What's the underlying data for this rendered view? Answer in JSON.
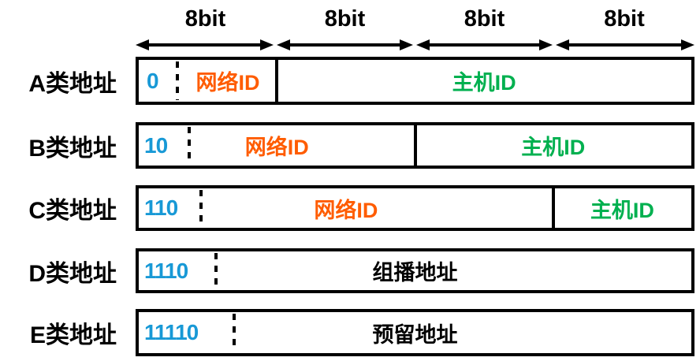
{
  "diagram_title": "IP address classes bit layout",
  "colors": {
    "bits_blue": "#1899D6",
    "network_orange": "#FF5C00",
    "host_green": "#00B04F",
    "line_black": "#000000",
    "background": "#FFFFFF"
  },
  "bit_headers": [
    "8bit",
    "8bit",
    "8bit",
    "8bit"
  ],
  "rows": [
    {
      "label": "A类地址",
      "bits": "0",
      "segments": [
        {
          "text": "网络ID",
          "color": "orange",
          "width_fraction": "1/4"
        },
        {
          "text": "主机ID",
          "color": "green",
          "width_fraction": "3/4"
        }
      ]
    },
    {
      "label": "B类地址",
      "bits": "10",
      "segments": [
        {
          "text": "网络ID",
          "color": "orange",
          "width_fraction": "1/2"
        },
        {
          "text": "主机ID",
          "color": "green",
          "width_fraction": "1/2"
        }
      ]
    },
    {
      "label": "C类地址",
      "bits": "110",
      "segments": [
        {
          "text": "网络ID",
          "color": "orange",
          "width_fraction": "3/4"
        },
        {
          "text": "主机ID",
          "color": "green",
          "width_fraction": "1/4"
        }
      ]
    },
    {
      "label": "D类地址",
      "bits": "1110",
      "segments": [
        {
          "text": "组播地址",
          "color": "black",
          "width_fraction": "1"
        }
      ]
    },
    {
      "label": "E类地址",
      "bits": "11110",
      "segments": [
        {
          "text": "预留地址",
          "color": "black",
          "width_fraction": "1"
        }
      ]
    }
  ]
}
